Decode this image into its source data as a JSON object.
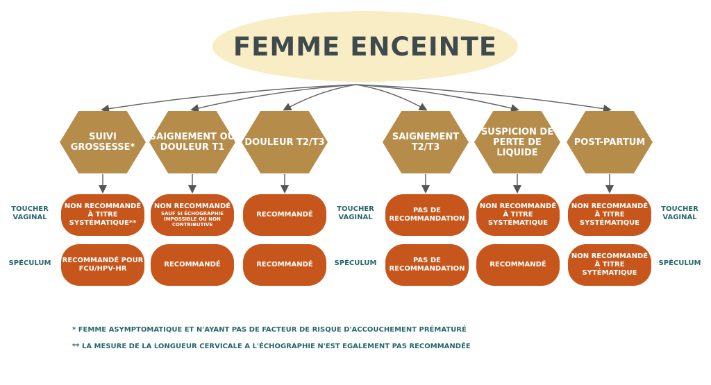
{
  "title": "FEMME ENCEINTE",
  "row_labels": {
    "toucher": "TOUCHER VAGINAL",
    "speculum": "SPÉCULUM"
  },
  "columns": [
    {
      "category": "SUIVI GROSSESSE*",
      "toucher": {
        "main": "NON RECOMMANDÉ À TITRE SYSTÉMATIQUE**",
        "sub": ""
      },
      "speculum": "RECOMMANDÉ POUR FCU/HPV-HR"
    },
    {
      "category": "SAIGNEMENT OU DOULEUR T1",
      "toucher": {
        "main": "NON RECOMMANDÉ",
        "sub": "SAUF SI ÉCHOGRAPHIE IMPOSSIBLE OU NON CONTRIBUTIVE"
      },
      "speculum": "RECOMMANDÉ"
    },
    {
      "category": "DOULEUR T2/T3",
      "toucher": {
        "main": "RECOMMANDÉ",
        "sub": ""
      },
      "speculum": "RECOMMANDÉ"
    },
    {
      "category": "SAIGNEMENT T2/T3",
      "toucher": {
        "main": "PAS DE RECOMMANDATION",
        "sub": ""
      },
      "speculum": "PAS DE RECOMMANDATION"
    },
    {
      "category": "SUSPICION DE PERTE DE LIQUIDE",
      "toucher": {
        "main": "NON RECOMMANDÉ À TITRE SYSTÉMATIQUE",
        "sub": ""
      },
      "speculum": "RECOMMANDÉ"
    },
    {
      "category": "POST-PARTUM",
      "toucher": {
        "main": "NON RECOMMANDÉ À TITRE SYSTÉMATIQUE",
        "sub": ""
      },
      "speculum": "NON RECOMMANDÉ À TITRE SYTÉMATIQUE"
    }
  ],
  "notes": [
    "* FEMME ASYMPTOMATIQUE ET N'AYANT PAS DE FACTEUR DE RISQUE D'ACCOUCHEMENT PRÉMATURÉ",
    "** LA MESURE DE LA LONGUEUR CERVICALE A L'ÉCHOGRAPHIE N'EST EGALEMENT PAS RECOMMANDÉE"
  ],
  "colors": {
    "hex": "#b68c4b",
    "pill": "#c6561b",
    "label": "#27686a",
    "oval": "#f9edc6"
  }
}
